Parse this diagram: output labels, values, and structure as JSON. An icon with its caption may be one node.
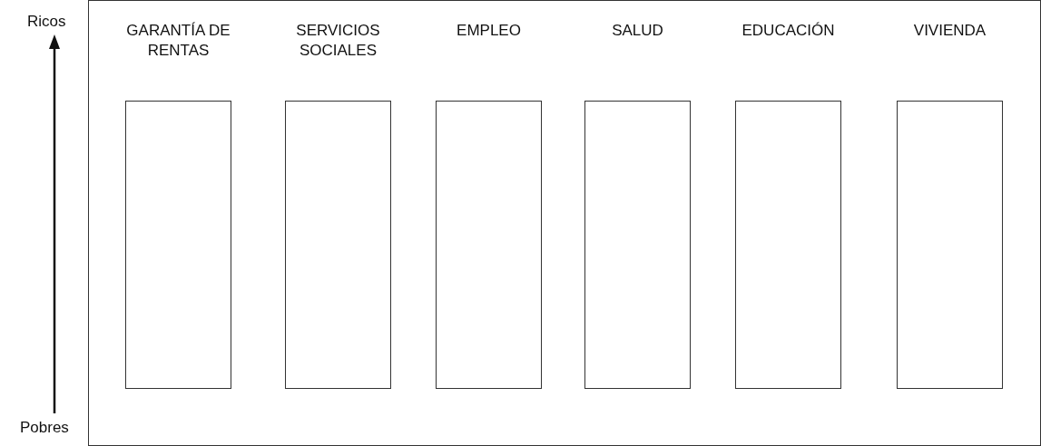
{
  "diagram": {
    "nodes": [
      {
        "text": [],
        "shape": "box"
      },
      {
        "text": [
          "GARANTÍA DE RENTAS"
        ],
        "in": 0
      },
      {
        "text": [
          "SERVICIOS SOCIALES"
        ],
        "in": 0
      },
      {
        "text": [
          "EMPLEO"
        ],
        "in": 0
      },
      {
        "text": [
          "SALUD"
        ],
        "in": 0
      },
      {
        "text": [
          "EDUCACIÓN"
        ],
        "in": 0
      },
      {
        "text": [
          "VIVIENDA"
        ],
        "in": 0
      }
    ],
    "edges": [],
    "labels": [
      "Ricos",
      "Pobres"
    ]
  }
}
